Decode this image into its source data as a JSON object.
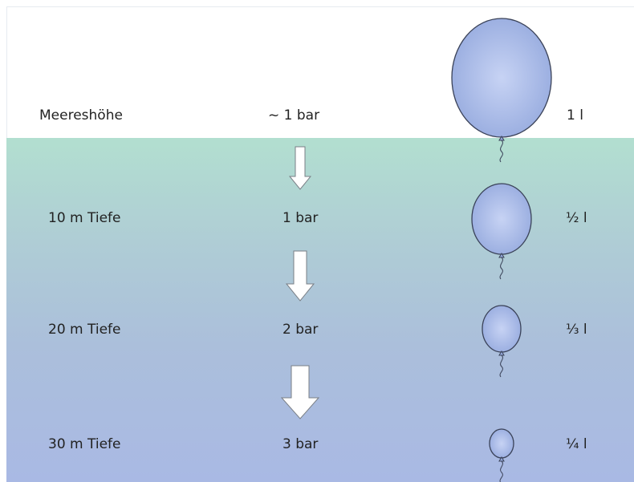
{
  "colors": {
    "water_top": "#b2dfd0",
    "water_bottom": "#a9b9e4",
    "balloon_fill_center": "#c7d3f4",
    "balloon_fill_edge": "#98acdf",
    "balloon_stroke": "#3a4258",
    "arrow_fill": "#ffffff",
    "arrow_stroke": "#7a7f86"
  },
  "rows": [
    {
      "depth": "Meereshöhe",
      "pressure": "~ 1 bar",
      "volume": "1 l",
      "volume_fraction": 1
    },
    {
      "depth": "10 m Tiefe",
      "pressure": "1 bar",
      "volume": "½ l",
      "volume_fraction": 0.5
    },
    {
      "depth": "20 m Tiefe",
      "pressure": "2 bar",
      "volume": "⅓ l",
      "volume_fraction": 0.3333
    },
    {
      "depth": "30 m Tiefe",
      "pressure": "3 bar",
      "volume": "¼ l",
      "volume_fraction": 0.25
    }
  ],
  "icons": {
    "balloon": "balloon-icon",
    "arrow": "arrow-down-icon"
  }
}
